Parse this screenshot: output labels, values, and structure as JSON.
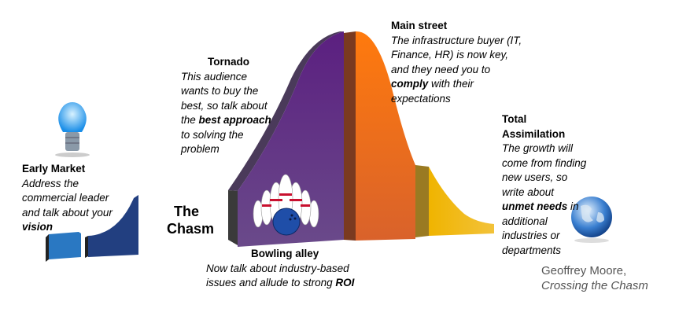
{
  "early_market": {
    "title": "Early Market",
    "lines": [
      "Address the",
      "commercial leader",
      "and talk about your"
    ],
    "bold": "vision"
  },
  "chasm": {
    "line1": "The",
    "line2": "Chasm"
  },
  "tornado": {
    "title": "Tornado",
    "lines": [
      "This audience",
      "wants to buy the",
      "best, so talk about"
    ],
    "pre": "the ",
    "bold": "best approach",
    "after": [
      "to solving the",
      "problem"
    ]
  },
  "bowling": {
    "title": "Bowling alley",
    "line1": "Now talk about industry-based",
    "line2_pre": "issues and allude to strong ",
    "bold": "ROI"
  },
  "main_street": {
    "title": "Main street",
    "lines": [
      "The infrastructure buyer (IT,",
      "Finance, HR) is now key,",
      "and they need you to"
    ],
    "bold": "comply",
    "bold_after": " with their",
    "last": "expectations"
  },
  "assimilation": {
    "title1": "Total",
    "title2": "Assimilation",
    "lines": [
      "The growth will",
      "come from finding",
      "new users, so",
      "write about"
    ],
    "bold": "unmet needs",
    "bold_after": " in",
    "after": [
      "additional",
      "industries or",
      "departments"
    ]
  },
  "source": {
    "author": "Geoffrey Moore,",
    "book": "Crossing the Chasm"
  },
  "colors": {
    "early": "#1f4e8c",
    "tornado": "#5a2380",
    "main": "#f26b0f",
    "late": "#efb614"
  }
}
